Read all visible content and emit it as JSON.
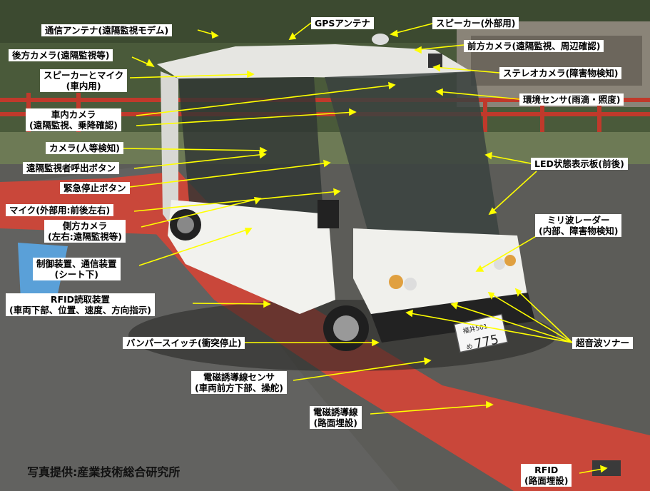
{
  "labels": {
    "comm_antenna": "通信アンテナ(遠隔監視モデム)",
    "gps_antenna": "GPSアンテナ",
    "speaker_external": "スピーカー(外部用)",
    "rear_camera": "後方カメラ(遠隔監視等)",
    "front_camera": "前方カメラ(遠隔監視、周辺確認)",
    "speaker_mic_l1": "スピーカーとマイク",
    "speaker_mic_l2": "(車内用)",
    "stereo_camera": "ステレオカメラ(障害物検知)",
    "env_sensor": "環境センサ(雨滴・照度)",
    "cabin_camera_l1": "車内カメラ",
    "cabin_camera_l2": "(遠隔監視、乗降確認)",
    "camera_person": "カメラ(人等検知)",
    "remote_call_button": "遠隔監視者呼出ボタン",
    "emergency_stop": "緊急停止ボタン",
    "led_display": "LED状態表示板(前後)",
    "mic_external": "マイク(外部用:前後左右)",
    "side_camera_l1": "側方カメラ",
    "side_camera_l2": "(左右:遠隔監視等)",
    "mmwave_radar_l1": "ミリ波レーダー",
    "mmwave_radar_l2": "(内部、障害物検知)",
    "control_unit_l1": "制御装置、通信装置",
    "control_unit_l2": "(シート下)",
    "rfid_reader_l1": "RFID読取装置",
    "rfid_reader_l2": "(車両下部、位置、速度、方向指示)",
    "bumper_switch": "バンパースイッチ(衝突停止)",
    "ultrasonic_sonar": "超音波ソナー",
    "em_sensor_l1": "電磁誘導線センサ",
    "em_sensor_l2": "(車両前方下部、操舵)",
    "em_line_l1": "電磁誘導線",
    "em_line_l2": "(路面埋設)",
    "rfid_tag_l1": "RFID",
    "rfid_tag_l2": "(路面埋設)"
  },
  "plate": {
    "top": "福井501",
    "number": "775",
    "kana": "め"
  },
  "credit": "写真提供:産業技術総合研究所",
  "colors": {
    "leader": "#ffff00",
    "road_red": "#c9473a",
    "vehicle_white": "#eeeeea"
  }
}
